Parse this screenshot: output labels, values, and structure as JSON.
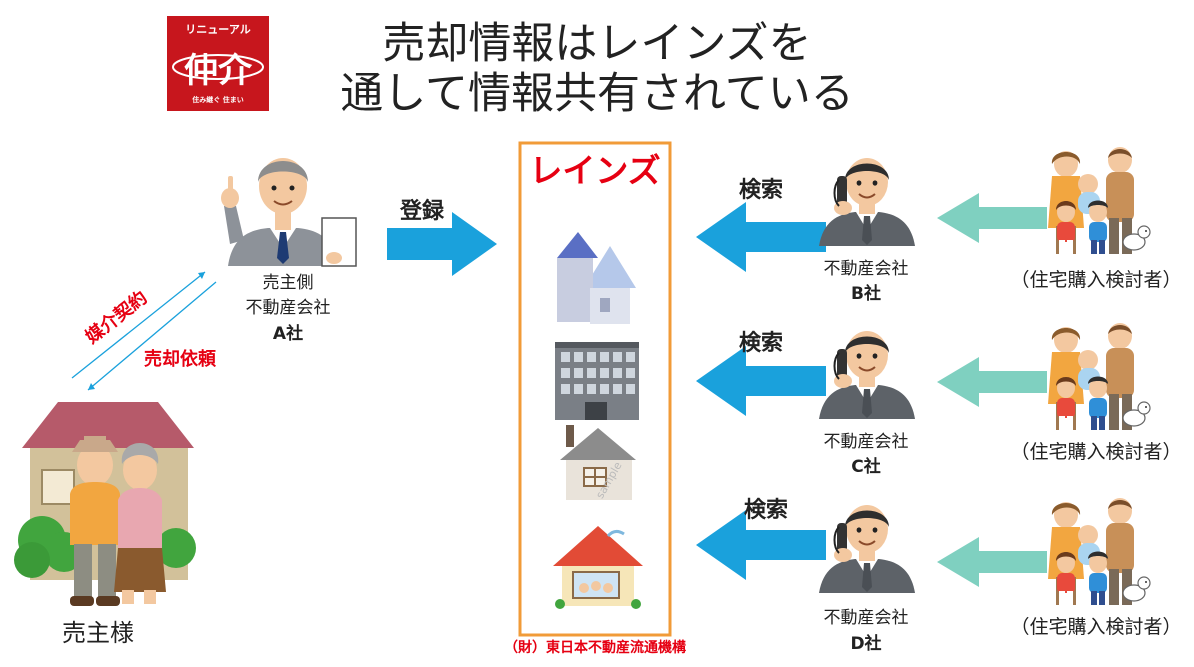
{
  "logo": {
    "top": "リニューアル",
    "main": "仲介",
    "sub": "住み継ぐ 住まい",
    "color": "#c7161d"
  },
  "title": {
    "line1": "売却情報はレインズを",
    "line2": "通して情報共有されている"
  },
  "agent_a": {
    "line1": "売主側",
    "line2": "不動産会社",
    "line3": "A社"
  },
  "register_label": "登録",
  "mediation_label": "媒介契約",
  "sale_request_label": "売却依頼",
  "seller_label": "売主様",
  "reins": {
    "title": "レインズ",
    "org": "（財）東日本不動産流通機構",
    "border_color": "#f19b38",
    "watermark": "sample"
  },
  "agents": [
    {
      "search_label": "検索",
      "line1": "不動産会社",
      "line2": "B社",
      "buyer_label": "（住宅購入検討者）"
    },
    {
      "search_label": "検索",
      "line1": "不動産会社",
      "line2": "C社",
      "buyer_label": "（住宅購入検討者）"
    },
    {
      "search_label": "検索",
      "line1": "不動産会社",
      "line2": "D社",
      "buyer_label": "（住宅購入検討者）"
    }
  ],
  "colors": {
    "blue_arrow": "#1aa1dc",
    "green_arrow": "#7fd0c0",
    "accent_red": "#e60012"
  }
}
